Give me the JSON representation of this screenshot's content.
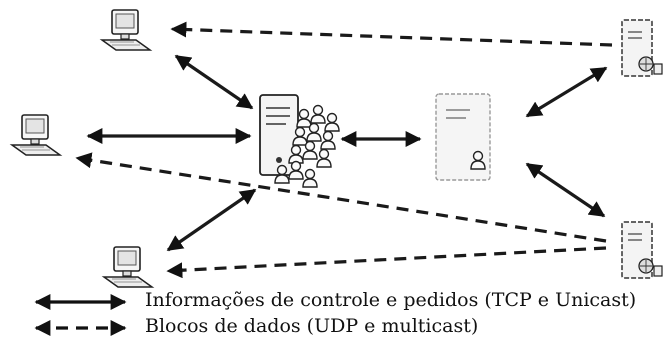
{
  "legend": {
    "solid_label": "Informações de controle e pedidos (TCP e Unicast)",
    "dashed_label": "Blocos de dados (UDP e multicast)"
  },
  "nodes": {
    "clients": [
      "client-top",
      "client-middle",
      "client-bottom"
    ],
    "central_server": "central-server-cluster",
    "middle_server": "user-server",
    "edge_servers": [
      "edge-server-top",
      "edge-server-bottom"
    ]
  },
  "connections": {
    "solid": [
      [
        "client-top",
        "central-server-cluster"
      ],
      [
        "client-middle",
        "central-server-cluster"
      ],
      [
        "client-bottom",
        "central-server-cluster"
      ],
      [
        "central-server-cluster",
        "user-server"
      ],
      [
        "user-server",
        "edge-server-top"
      ],
      [
        "user-server",
        "edge-server-bottom"
      ]
    ],
    "dashed": [
      [
        "edge-server-top",
        "client-top"
      ],
      [
        "edge-server-bottom",
        "client-middle"
      ],
      [
        "edge-server-bottom",
        "client-bottom"
      ]
    ]
  },
  "colors": {
    "ink": "#111111",
    "line": "#1a1a1a",
    "fill": "#f2f2f2"
  }
}
